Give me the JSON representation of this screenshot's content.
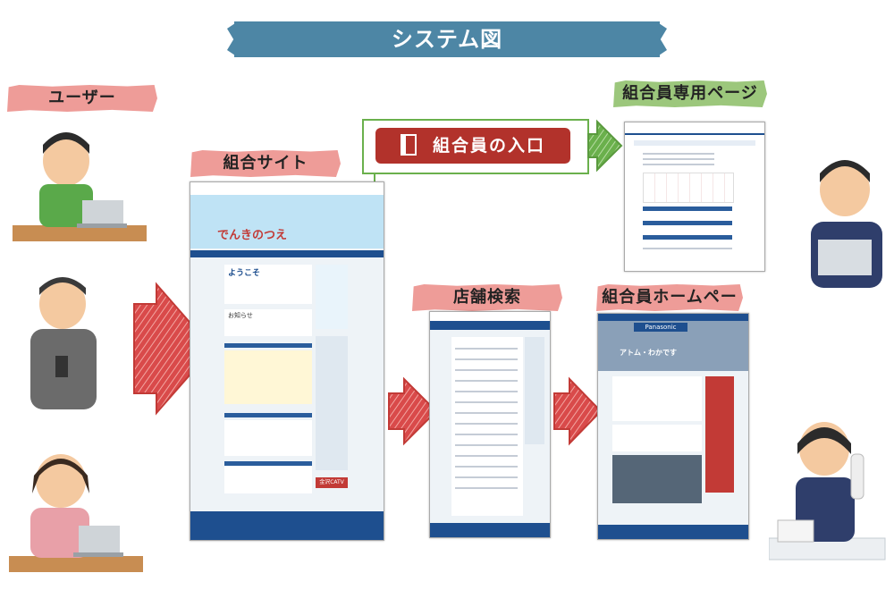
{
  "title": "システム図",
  "labels": {
    "user": "ユーザー",
    "site": "組合サイト",
    "store_search": "店舗検索",
    "member_home": "組合員ホームページ",
    "member_only": "組合員専用ページ"
  },
  "entrance_button": "組合員の入口",
  "site_shot": {
    "banner_main": "でんきのつえ",
    "welcome": "ようこそ",
    "news": "お知らせ",
    "catv": "金沢CATV"
  },
  "home_shot": {
    "brand": "Panasonic",
    "shop": "アトム・わかです"
  },
  "colors": {
    "title_banner": "#4d86a5",
    "label_banner": "#ee9c98",
    "member_banner": "#9cc77c",
    "entrance": "#b2322b",
    "arrow": "#d94a4a",
    "site_header": "#1e4f8f"
  }
}
